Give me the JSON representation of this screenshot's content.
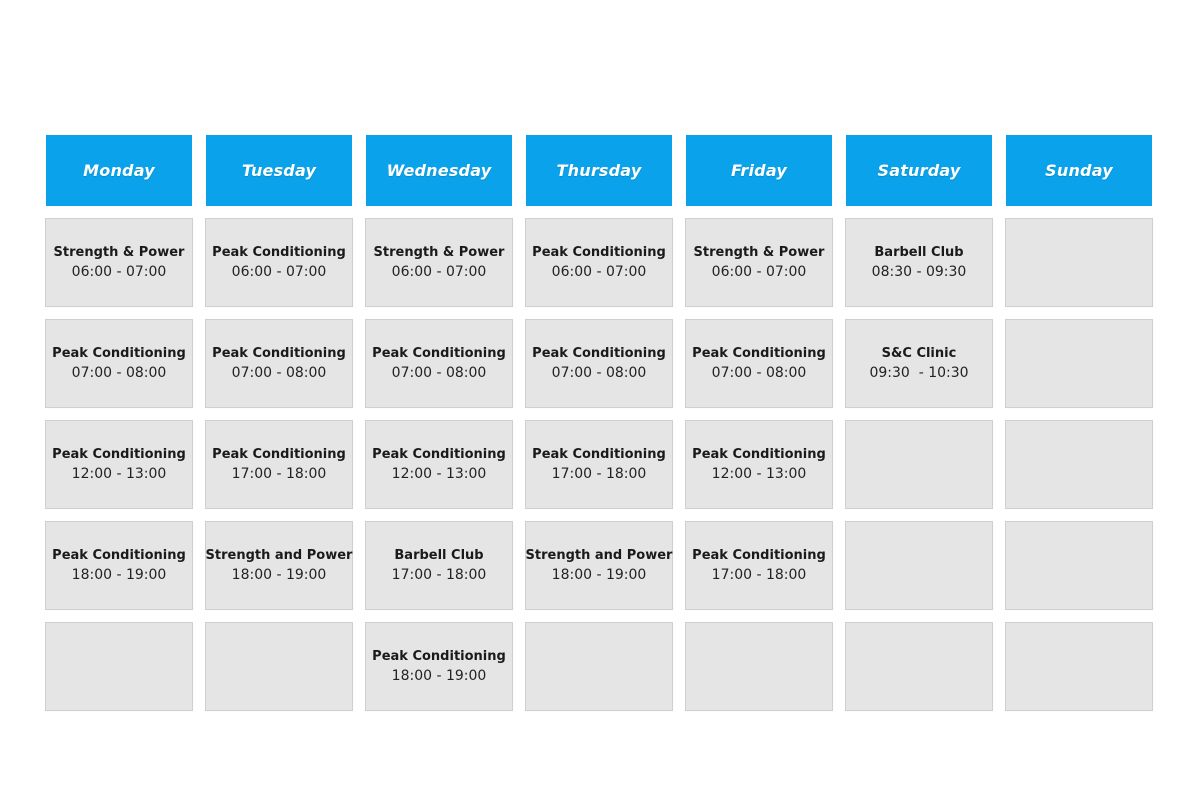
{
  "colors": {
    "header_bg": "#0aa3eb",
    "slot_bg": "#e5e5e5"
  },
  "days": [
    {
      "name": "Monday",
      "slots": [
        {
          "class": "Strength & Power",
          "time": "06:00 - 07:00"
        },
        {
          "class": "Peak Conditioning",
          "time": "07:00 - 08:00"
        },
        {
          "class": "Peak Conditioning",
          "time": "12:00 - 13:00"
        },
        {
          "class": "Peak Conditioning",
          "time": "18:00 - 19:00"
        },
        {
          "class": "",
          "time": ""
        }
      ]
    },
    {
      "name": "Tuesday",
      "slots": [
        {
          "class": "Peak Conditioning",
          "time": "06:00 - 07:00"
        },
        {
          "class": "Peak Conditioning",
          "time": "07:00 - 08:00"
        },
        {
          "class": "Peak Conditioning",
          "time": "17:00 - 18:00"
        },
        {
          "class": "Strength and Power",
          "time": "18:00 - 19:00"
        },
        {
          "class": "",
          "time": ""
        }
      ]
    },
    {
      "name": "Wednesday",
      "slots": [
        {
          "class": "Strength & Power",
          "time": "06:00 - 07:00"
        },
        {
          "class": "Peak Conditioning",
          "time": "07:00 - 08:00"
        },
        {
          "class": "Peak Conditioning",
          "time": "12:00 - 13:00"
        },
        {
          "class": "Barbell Club",
          "time": "17:00 - 18:00"
        },
        {
          "class": "Peak Conditioning",
          "time": "18:00 - 19:00"
        }
      ]
    },
    {
      "name": "Thursday",
      "slots": [
        {
          "class": "Peak Conditioning",
          "time": "06:00 - 07:00"
        },
        {
          "class": "Peak Conditioning",
          "time": "07:00 - 08:00"
        },
        {
          "class": "Peak Conditioning",
          "time": "17:00 - 18:00"
        },
        {
          "class": "Strength and Power",
          "time": "18:00 - 19:00"
        },
        {
          "class": "",
          "time": ""
        }
      ]
    },
    {
      "name": "Friday",
      "slots": [
        {
          "class": "Strength & Power",
          "time": "06:00 - 07:00"
        },
        {
          "class": "Peak Conditioning",
          "time": "07:00 - 08:00"
        },
        {
          "class": "Peak Conditioning",
          "time": "12:00 - 13:00"
        },
        {
          "class": "Peak Conditioning",
          "time": "17:00 - 18:00"
        },
        {
          "class": "",
          "time": ""
        }
      ]
    },
    {
      "name": "Saturday",
      "slots": [
        {
          "class": "Barbell Club",
          "time": "08:30 - 09:30"
        },
        {
          "class": "S&C Clinic",
          "time": "09:30  - 10:30"
        },
        {
          "class": "",
          "time": ""
        },
        {
          "class": "",
          "time": ""
        },
        {
          "class": "",
          "time": ""
        }
      ]
    },
    {
      "name": "Sunday",
      "slots": [
        {
          "class": "",
          "time": ""
        },
        {
          "class": "",
          "time": ""
        },
        {
          "class": "",
          "time": ""
        },
        {
          "class": "",
          "time": ""
        },
        {
          "class": "",
          "time": ""
        }
      ]
    }
  ]
}
